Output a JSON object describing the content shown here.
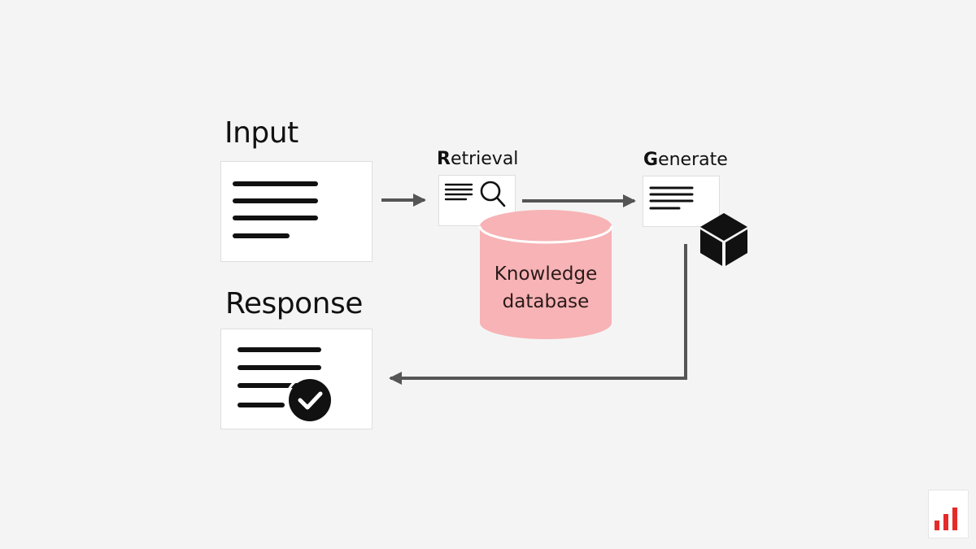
{
  "labels": {
    "input": "Input",
    "retrieval_initial": "R",
    "retrieval_rest": "etrieval",
    "generate_initial": "G",
    "generate_rest": "enerate",
    "response": "Response"
  },
  "database": {
    "line1": "Knowledge",
    "line2": "database"
  },
  "colors": {
    "background": "#f4f4f4",
    "database_fill": "#f7b3b5",
    "arrow": "#555555",
    "icon": "#111111",
    "logo_red": "#e52a2a"
  },
  "icons": [
    "text-lines-icon",
    "search-icon",
    "cube-icon",
    "check-circle-icon",
    "bar-chart-logo-icon"
  ]
}
